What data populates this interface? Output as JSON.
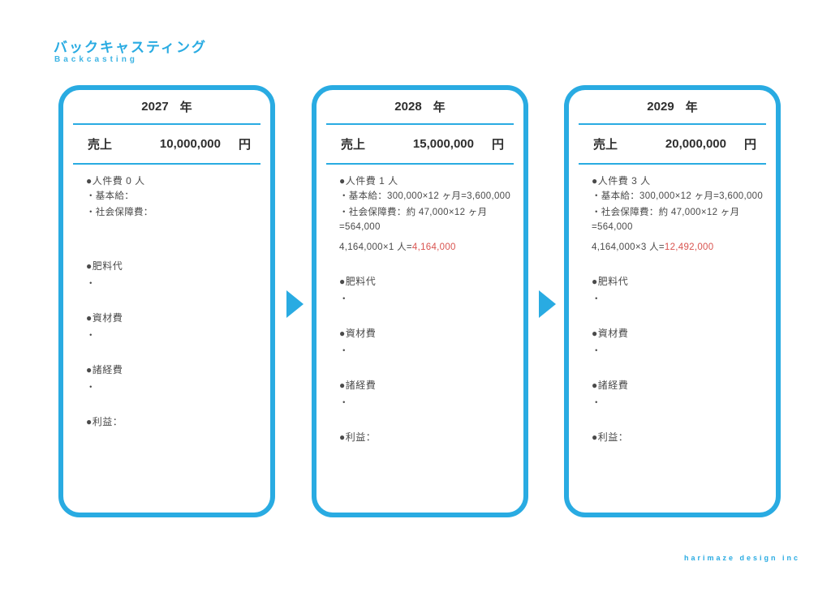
{
  "page": {
    "title": "バックキャスティング",
    "subtitle": "Backcasting",
    "footer": "harimaze design inc"
  },
  "colors": {
    "accent": "#29abe2",
    "highlight_red": "#d9534f",
    "text": "#3c3c3c"
  },
  "panels": [
    {
      "year": "2027",
      "year_unit": "年",
      "sales_label": "売上",
      "sales_value": "10,000,000",
      "sales_unit": "円",
      "personnel": {
        "head": "●人件費 0 人",
        "base_salary": "・基本給：",
        "social_security": "・社会保障費：",
        "total_prefix": "",
        "total_value": ""
      },
      "expenses": [
        {
          "head": "●肥料代",
          "sub": "・"
        },
        {
          "head": "●資材費",
          "sub": "・"
        },
        {
          "head": "●諸経費",
          "sub": "・"
        },
        {
          "head": "●利益：",
          "sub": ""
        }
      ]
    },
    {
      "year": "2028",
      "year_unit": "年",
      "sales_label": "売上",
      "sales_value": "15,000,000",
      "sales_unit": "円",
      "personnel": {
        "head": "●人件費 1 人",
        "base_salary": "・基本給：300,000×12 ヶ月=3,600,000",
        "social_security": "・社会保障費：約 47,000×12 ヶ月=564,000",
        "total_prefix": "4,164,000×1 人=",
        "total_value": "4,164,000"
      },
      "expenses": [
        {
          "head": "●肥料代",
          "sub": "・"
        },
        {
          "head": "●資材費",
          "sub": "・"
        },
        {
          "head": "●諸経費",
          "sub": "・"
        },
        {
          "head": "●利益：",
          "sub": ""
        }
      ]
    },
    {
      "year": "2029",
      "year_unit": "年",
      "sales_label": "売上",
      "sales_value": "20,000,000",
      "sales_unit": "円",
      "personnel": {
        "head": "●人件費 3 人",
        "base_salary": "・基本給：300,000×12 ヶ月=3,600,000",
        "social_security": "・社会保障費：約 47,000×12 ヶ月=564,000",
        "total_prefix": "4,164,000×3 人=",
        "total_value": "12,492,000"
      },
      "expenses": [
        {
          "head": "●肥料代",
          "sub": "・"
        },
        {
          "head": "●資材費",
          "sub": "・"
        },
        {
          "head": "●諸経費",
          "sub": "・"
        },
        {
          "head": "●利益：",
          "sub": ""
        }
      ]
    }
  ]
}
